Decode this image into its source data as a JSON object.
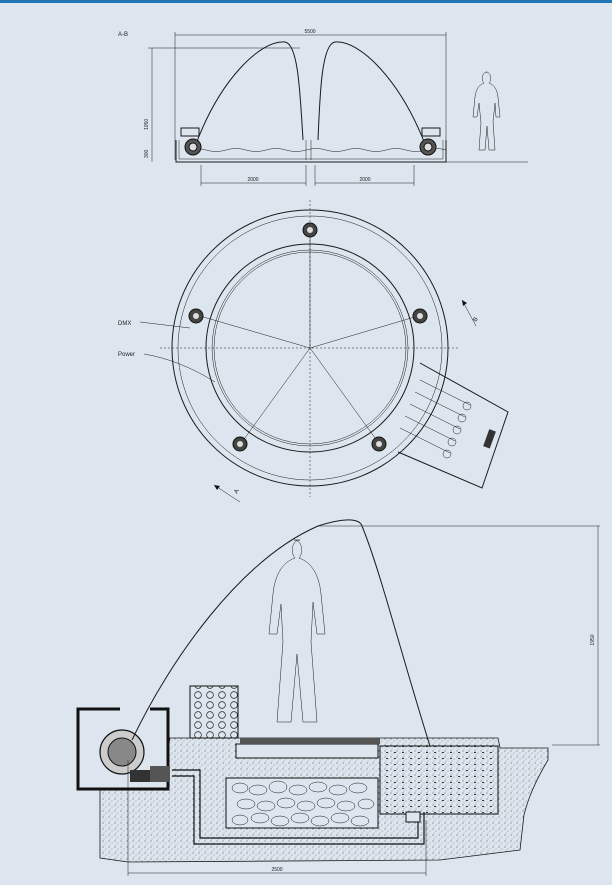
{
  "colors": {
    "background": "#dde6ee",
    "accent_bar": "#1f78b4",
    "line": "#1a1a1a"
  },
  "section_view": {
    "label": "A-B",
    "overall_width": "5500",
    "height_dim": "1050",
    "depth_dim": "300",
    "left_span": "2000",
    "right_span": "2000"
  },
  "plan_view": {
    "dmx_label": "DMX",
    "power_label": "Power",
    "cut_a": "A",
    "cut_b": "B"
  },
  "detail_view": {
    "height_dim": "1950",
    "width_dim": "2500"
  }
}
